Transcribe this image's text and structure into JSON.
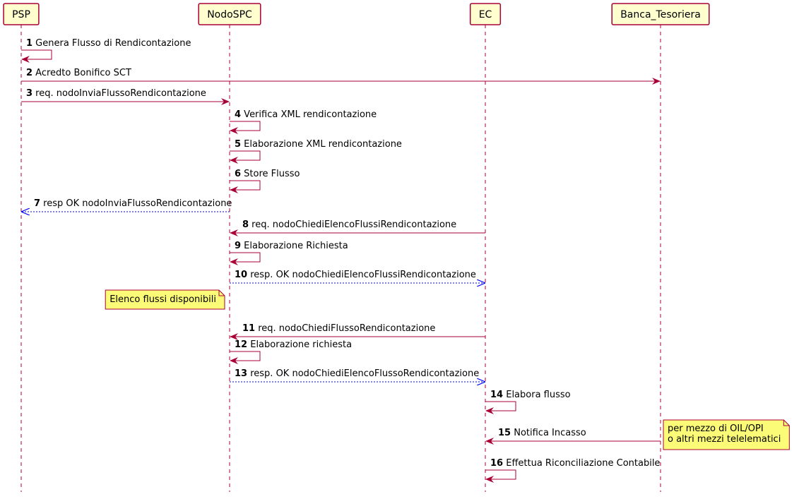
{
  "colors": {
    "participant_fill": "#FEFECE",
    "border": "#A80036",
    "sync_arrow": "#A80036",
    "return_arrow": "#0000FF",
    "note_fill": "#FBFB77"
  },
  "participants": [
    {
      "id": "PSP",
      "label": "PSP"
    },
    {
      "id": "NodoSPC",
      "label": "NodoSPC"
    },
    {
      "id": "EC",
      "label": "EC"
    },
    {
      "id": "Banca_Tesoriera",
      "label": "Banca_Tesoriera"
    }
  ],
  "messages": [
    {
      "num": "1",
      "text": "Genera Flusso di Rendicontazione",
      "from": "PSP",
      "to": "PSP",
      "kind": "sync"
    },
    {
      "num": "2",
      "text": "Acredto Bonifico SCT",
      "from": "PSP",
      "to": "Banca_Tesoriera",
      "kind": "sync"
    },
    {
      "num": "3",
      "text": "req. nodoInviaFlussoRendicontazione",
      "from": "PSP",
      "to": "NodoSPC",
      "kind": "sync"
    },
    {
      "num": "4",
      "text": "Verifica XML rendicontazione",
      "from": "NodoSPC",
      "to": "NodoSPC",
      "kind": "sync"
    },
    {
      "num": "5",
      "text": "Elaborazione XML rendicontazione",
      "from": "NodoSPC",
      "to": "NodoSPC",
      "kind": "sync"
    },
    {
      "num": "6",
      "text": "Store Flusso",
      "from": "NodoSPC",
      "to": "NodoSPC",
      "kind": "sync"
    },
    {
      "num": "7",
      "text": "resp OK nodoInviaFlussoRendicontazione",
      "from": "NodoSPC",
      "to": "PSP",
      "kind": "return"
    },
    {
      "num": "8",
      "text": "req. nodoChiediElencoFlussiRendicontazione",
      "from": "EC",
      "to": "NodoSPC",
      "kind": "sync"
    },
    {
      "num": "9",
      "text": "Elaborazione Richiesta",
      "from": "NodoSPC",
      "to": "NodoSPC",
      "kind": "sync"
    },
    {
      "num": "10",
      "text": "resp. OK nodoChiediElencoFlussiRendicontazione",
      "from": "NodoSPC",
      "to": "EC",
      "kind": "return"
    },
    {
      "num": "11",
      "text": "req. nodoChiediFlussoRendicontazione",
      "from": "EC",
      "to": "NodoSPC",
      "kind": "sync"
    },
    {
      "num": "12",
      "text": "Elaborazione richiesta",
      "from": "NodoSPC",
      "to": "NodoSPC",
      "kind": "sync"
    },
    {
      "num": "13",
      "text": "resp. OK nodoChiediElencoFlussoRendicontazione",
      "from": "NodoSPC",
      "to": "EC",
      "kind": "return"
    },
    {
      "num": "14",
      "text": "Elabora flusso",
      "from": "EC",
      "to": "EC",
      "kind": "sync"
    },
    {
      "num": "15",
      "text": "Notifica Incasso",
      "from": "Banca_Tesoriera",
      "to": "EC",
      "kind": "sync"
    },
    {
      "num": "16",
      "text": "Effettua Riconciliazione Contabile",
      "from": "EC",
      "to": "EC",
      "kind": "sync"
    }
  ],
  "notes": [
    {
      "lines": [
        "Elenco flussi disponibili"
      ],
      "attached_to": "NodoSPC",
      "side": "left"
    },
    {
      "lines": [
        "per mezzo di OIL/OPI",
        " o altri mezzi telelematici"
      ],
      "attached_to": "Banca_Tesoriera",
      "side": "right"
    }
  ]
}
